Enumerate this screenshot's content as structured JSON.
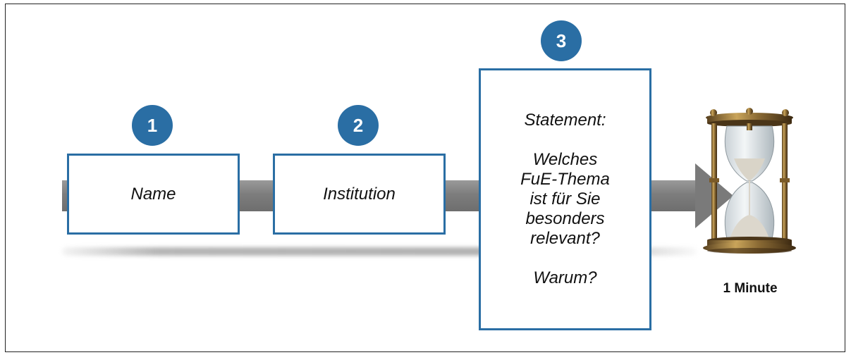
{
  "steps": [
    {
      "number": "1",
      "label": "Name"
    },
    {
      "number": "2",
      "label": "Institution"
    },
    {
      "number": "3"
    }
  ],
  "statement": {
    "lines": [
      "Statement:",
      "",
      "Welches",
      "FuE-Thema",
      "ist für Sie",
      "besonders",
      "relevant?",
      "",
      "Warum?"
    ]
  },
  "timer": {
    "label": "1 Minute",
    "icon": "hourglass-icon"
  },
  "colors": {
    "accent": "#2a6ea4",
    "arrow": "#7a7a7a",
    "frame": "#222222"
  }
}
